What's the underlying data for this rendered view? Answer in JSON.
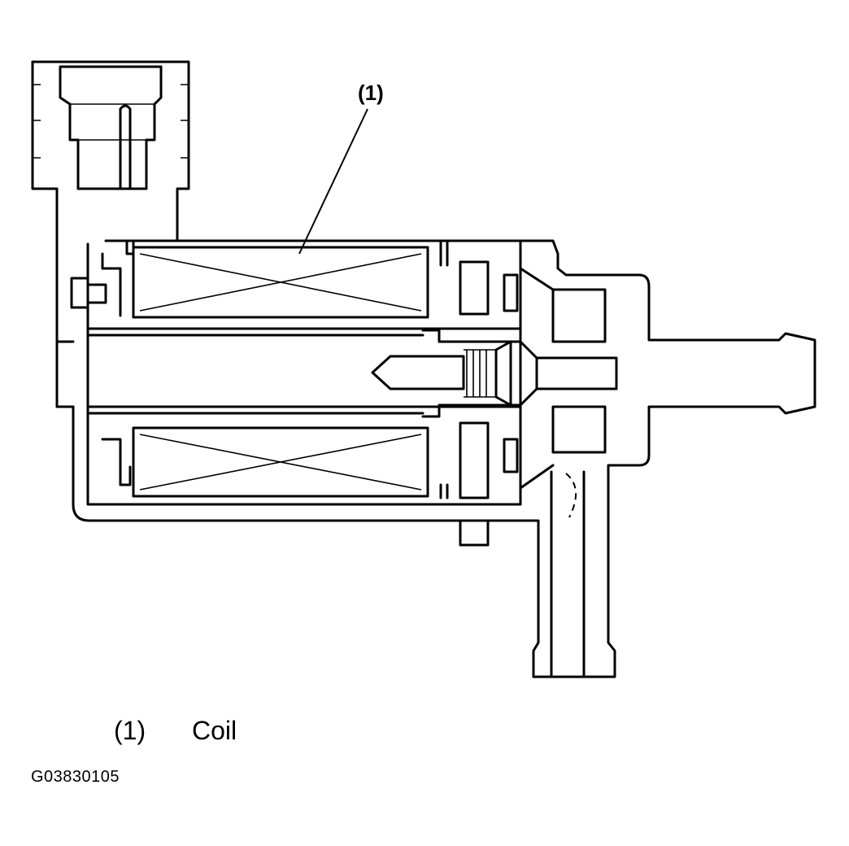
{
  "callout": {
    "number": "(1)"
  },
  "legend": {
    "items": [
      {
        "number": "(1)",
        "label": "Coil"
      }
    ]
  },
  "figure_id": "G03830105"
}
